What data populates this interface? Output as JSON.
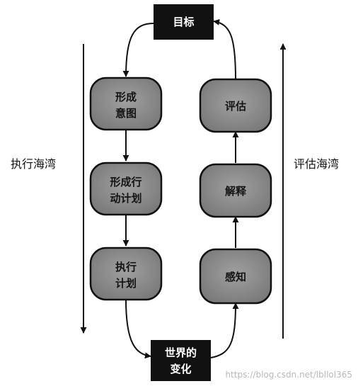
{
  "nodes": {
    "goal": "目标",
    "world_change_line1": "世界的",
    "world_change_line2": "变化",
    "form_intention_line1": "形成",
    "form_intention_line2": "意图",
    "form_action_plan_line1": "形成行",
    "form_action_plan_line2": "动计划",
    "execute_plan_line1": "执行",
    "execute_plan_line2": "计划",
    "evaluate": "评估",
    "interpret": "解释",
    "perceive": "感知"
  },
  "side_labels": {
    "execution_gulf": "执行海湾",
    "evaluation_gulf": "评估海湾"
  },
  "watermark": "https://blog.csdn.net/lbllol365",
  "colors": {
    "node_fill": "#8a8a8a",
    "node_stroke": "#111111",
    "box_fill": "#111111",
    "line": "#111111"
  }
}
